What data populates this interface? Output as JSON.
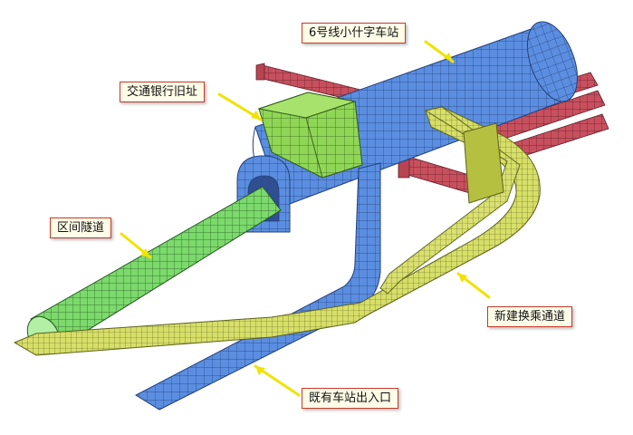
{
  "labels": {
    "line6_station": "6号线小什字车站",
    "bank_site": "交通银行旧址",
    "section_tunnel": "区间隧道",
    "transfer_passage": "新建换乘通道",
    "existing_entrance": "既有车站出入口"
  },
  "colors": {
    "station_blue": "#5a8fe0",
    "tunnel_green": "#79d96b",
    "bank_green": "#8fd655",
    "passage_yellow": "#d8e06a",
    "red_tunnels": "#c9505e",
    "callout_border": "#c43a2a",
    "callout_bg": "#fffde8",
    "leader_yellow": "#f2e600"
  }
}
